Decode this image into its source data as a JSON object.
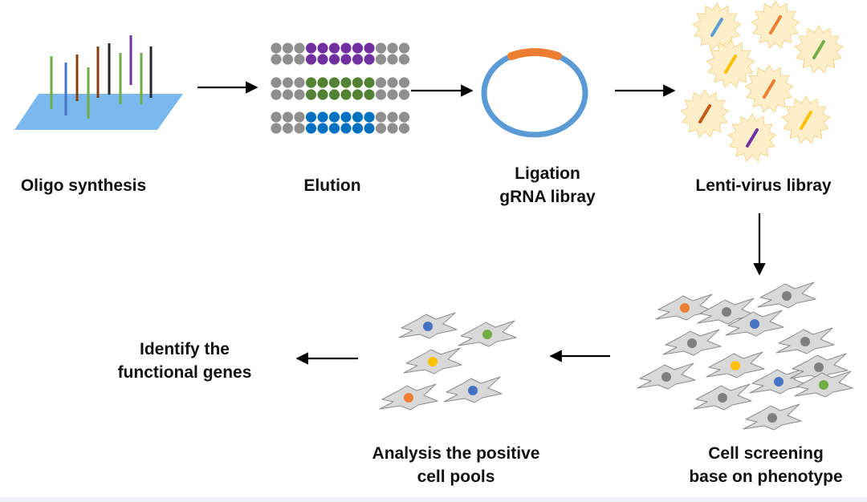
{
  "steps": {
    "oligo": {
      "label": "Oligo synthesis"
    },
    "elution": {
      "label": "Elution"
    },
    "ligation": {
      "line1": "Ligation",
      "line2": "gRNA libray"
    },
    "lenti": {
      "label": "Lenti-virus libray"
    },
    "screening": {
      "line1": "Cell screening",
      "line2": "base on phenotype"
    },
    "analysis": {
      "line1": "Analysis the positive",
      "line2": "cell pools"
    },
    "identify": {
      "line1": "Identify the",
      "line2": "functional genes"
    }
  },
  "colors": {
    "text": "#111111",
    "arrow": "#000000",
    "plate": "#7ab8ee",
    "plasmid": "#5b9bd5",
    "insert": "#ed7d31",
    "virus_fill": "#fcefc9",
    "virus_stroke": "#f4d58d",
    "bead_gray": "#8f8f8f",
    "purple": "#7030a0",
    "green": "#548235",
    "blue": "#0070c0",
    "cell_fill": "#d9d9d9",
    "cell_stroke": "#8c8c8c",
    "nucleus_gray": "#7f7f7f",
    "yellow": "#ffc000",
    "light_green": "#70ad47",
    "light_blue": "#4472c4",
    "strip": "#eef0f3"
  },
  "icons": {
    "arrows": "right-arrow / down-arrow / left-arrow",
    "plate": "oligo-array-icon",
    "beads": "elution-beads-icon",
    "plasmid": "plasmid-ring-icon",
    "virus": "lentivirus-particle-icon",
    "cell": "adherent-cell-icon"
  }
}
